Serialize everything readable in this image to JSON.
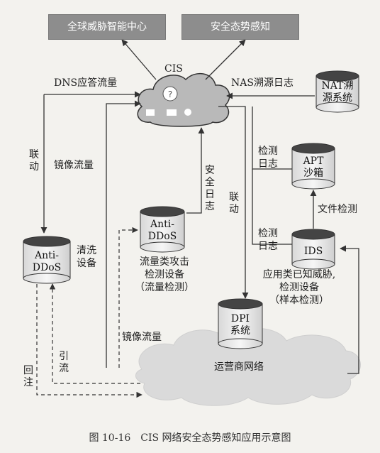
{
  "top_boxes": {
    "global_center": "全球威胁智能中心",
    "situation_awareness": "安全态势感知"
  },
  "cis": {
    "label": "CIS"
  },
  "nodes": {
    "nat": {
      "line1": "NAT溯",
      "line2": "源系统"
    },
    "apt": {
      "line1": "APT",
      "line2": "沙箱"
    },
    "ids": {
      "label": "IDS"
    },
    "anti_ddos_mid": {
      "line1": "Anti-",
      "line2": "DDoS"
    },
    "anti_ddos_left": {
      "line1": "Anti-",
      "line2": "DDoS"
    },
    "dpi": {
      "line1": "DPI",
      "line2": "系统"
    },
    "operator_network": "运营商网络"
  },
  "labels": {
    "dns_flow": "DNS应答流量",
    "nas_log": "NAS溯源日志",
    "linkage_left": "联动",
    "mirror_flow_top": "镜像流量",
    "security_log": "安全日志",
    "linkage_mid": "联动",
    "detect_log_apt": [
      "检测",
      "日志"
    ],
    "detect_log_ids": [
      "检测",
      "日志"
    ],
    "file_detect": "文件检测",
    "clean_device": "清洗设备",
    "flood_detect": [
      "流量类攻击",
      "检测设备",
      "（流量检测）"
    ],
    "app_detect": [
      "应用类已知威胁,",
      "检测设备",
      "（样本检测）"
    ],
    "mirror_flow_bottom": "镜像流量",
    "diversion": "引流",
    "reinjection": "回注"
  },
  "caption": "图 10-16　CIS 网络安全态势感知应用示意图"
}
